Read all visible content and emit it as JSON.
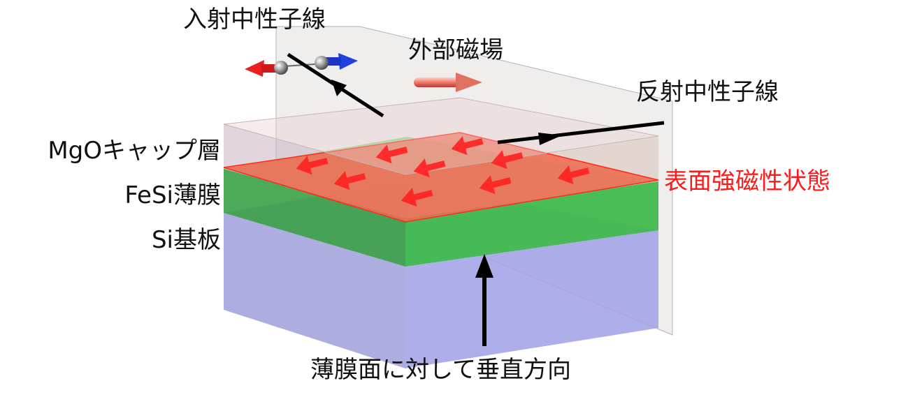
{
  "labels": {
    "incident_beam": "入射中性子線",
    "external_field": "外部磁場",
    "reflected_beam": "反射中性子線",
    "cap_layer": "MgOキャップ層",
    "film_layer": "FeSi薄膜",
    "substrate_layer": "Si基板",
    "surface_state": "表面強磁性状態",
    "perpendicular_direction": "薄膜面に対して垂直方向"
  },
  "colors": {
    "text": "#111111",
    "surface_state_text": "#ff1a1a",
    "cap_layer_fill": "#d9c7cf",
    "surface_layer_fill": "#f08060",
    "film_layer_fill": "#3cb84a",
    "substrate_fill": "#9f9fe6",
    "scattering_plane": "#c8c0c0",
    "spin_arrow": "#ff2020",
    "field_arrow": "#f49a8c",
    "neutron_spin_red": "#e82020",
    "neutron_spin_blue": "#2040e0"
  }
}
